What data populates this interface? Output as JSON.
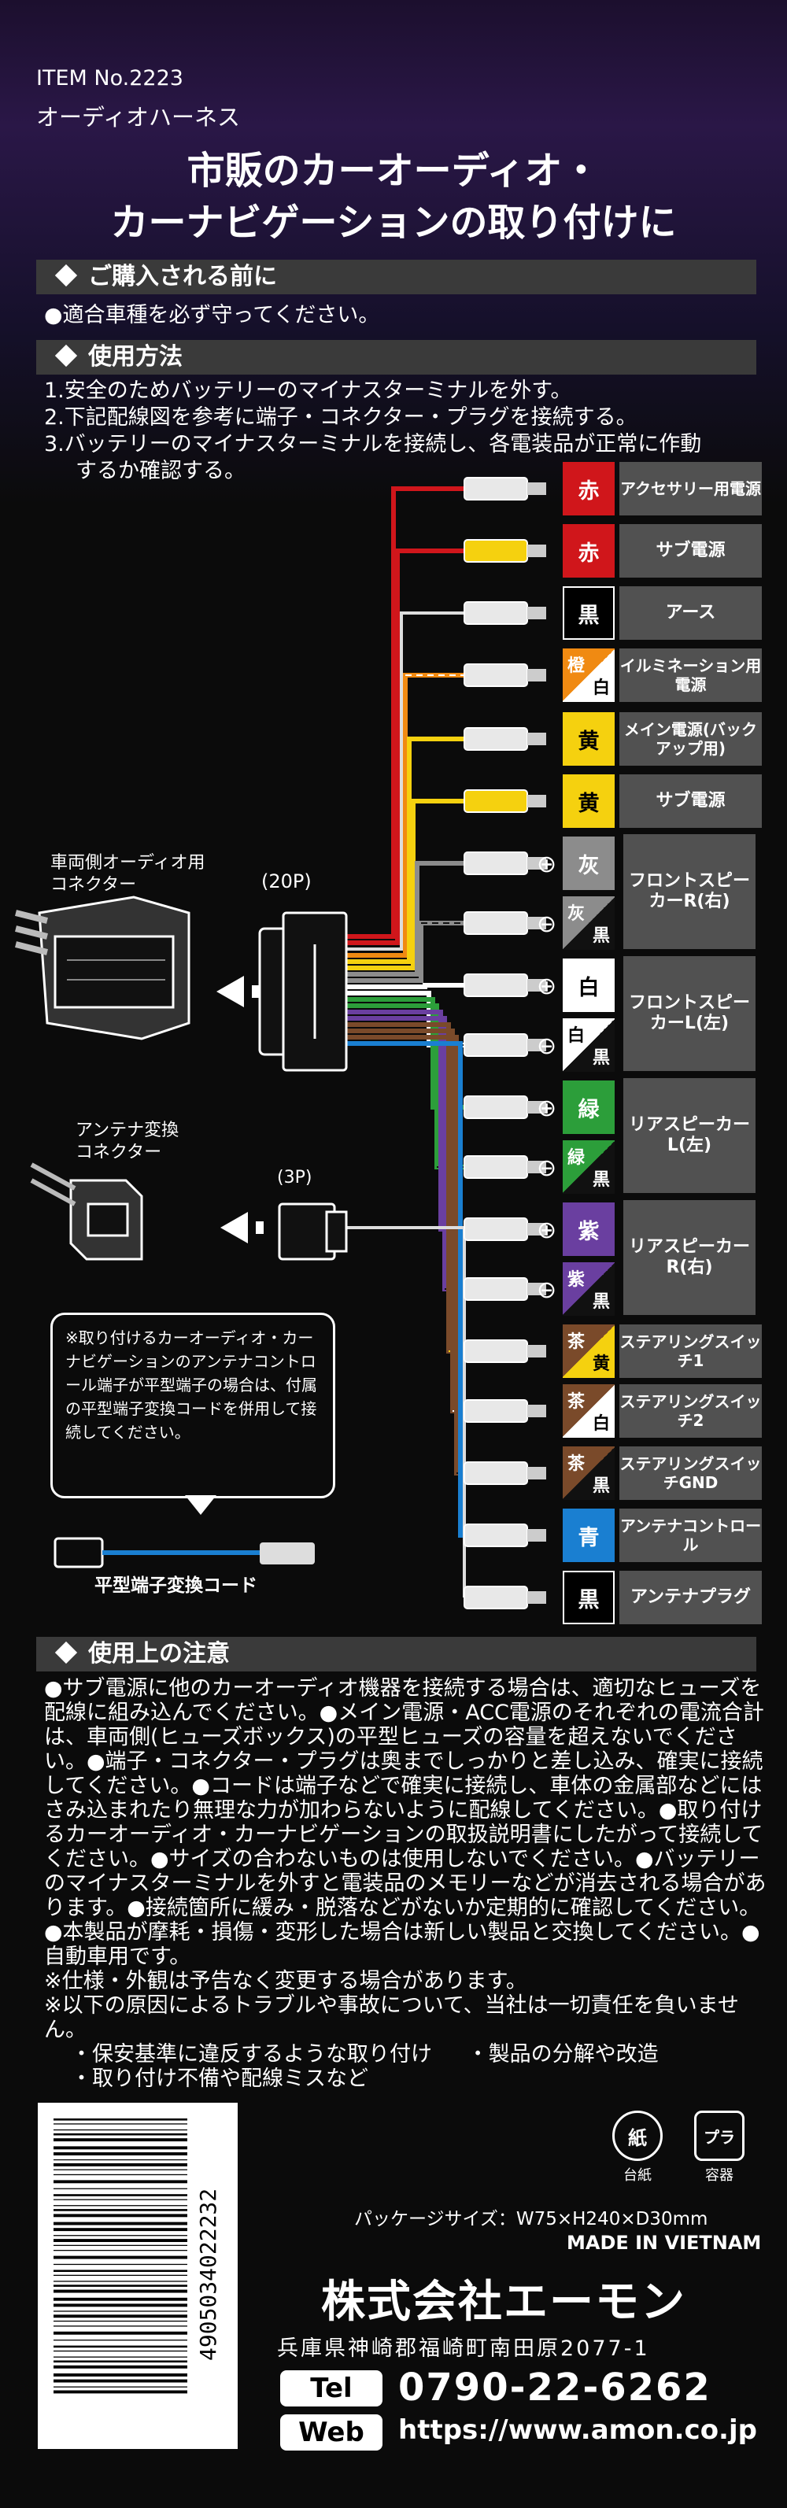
{
  "header": {
    "item_no": "ITEM No.2223",
    "product_name": "オーディオハーネス"
  },
  "headline": {
    "line1": "市販のカーオーディオ・",
    "line2": "カーナビゲーションの取り付けに"
  },
  "before_purchase": {
    "title": "ご購入される前に",
    "text": "●適合車種を必ず守ってください。"
  },
  "usage": {
    "title": "使用方法",
    "steps": [
      "1.安全のためバッテリーのマイナスターミナルを外す。",
      "2.下記配線図を参考に端子・コネクター・プラグを接続する。",
      "3.バッテリーのマイナスターミナルを接続し、各電装品が正常に作動",
      "するか確認する。"
    ]
  },
  "diagram": {
    "vehicle_connector": {
      "label_line1": "車両側オーディオ用",
      "label_line2": "コネクター",
      "pins": "(20P)"
    },
    "antenna_connector": {
      "label_line1": "アンテナ変換",
      "label_line2": "コネクター",
      "pins": "(3P)"
    },
    "plus_symbol": "⊕",
    "minus_symbol": "⊖",
    "wires": [
      {
        "color": "赤",
        "name": "アクセサリー用電源",
        "hex": "#d0161b"
      },
      {
        "color": "赤",
        "name": "サブ電源",
        "hex": "#d0161b"
      },
      {
        "color": "黒",
        "name": "アース",
        "hex": "#111111"
      },
      {
        "color1": "橙",
        "color2": "白",
        "name": "イルミネーション用電源",
        "hex": "#f08a12"
      },
      {
        "color": "黄",
        "name": "メイン電源(バックアップ用)",
        "hex": "#f5d10f"
      },
      {
        "color": "黄",
        "name": "サブ電源",
        "hex": "#f5d10f"
      },
      {
        "color": "灰",
        "hex": "#8c8c8c"
      },
      {
        "color1": "灰",
        "color2": "黒",
        "hex": "#8c8c8c"
      },
      {
        "color": "白",
        "hex": "#ffffff"
      },
      {
        "color1": "白",
        "color2": "黒",
        "hex": "#ffffff"
      },
      {
        "color": "緑",
        "hex": "#2c9e3a"
      },
      {
        "color1": "緑",
        "color2": "黒",
        "hex": "#2c9e3a"
      },
      {
        "color": "紫",
        "hex": "#6a3fa0"
      },
      {
        "color1": "紫",
        "color2": "黒",
        "hex": "#6a3fa0"
      },
      {
        "color1": "茶",
        "color2": "黄",
        "name": "ステアリングスイッチ1",
        "hex": "#7a4a2a"
      },
      {
        "color1": "茶",
        "color2": "白",
        "name": "ステアリングスイッチ2",
        "hex": "#7a4a2a"
      },
      {
        "color1": "茶",
        "color2": "黒",
        "name": "ステアリングスイッチGND",
        "hex": "#7a4a2a"
      },
      {
        "color": "青",
        "name": "アンテナコントロール",
        "hex": "#1a7fd1"
      },
      {
        "color": "黒",
        "name": "アンテナプラグ",
        "hex": "#111111"
      }
    ],
    "group_labels": {
      "front_r": "フロントスピーカーR(右)",
      "front_l": "フロントスピーカーL(左)",
      "rear_l": "リアスピーカーL(左)",
      "rear_r": "リアスピーカーR(右)"
    },
    "note": "※取り付けるカーオーディオ・カーナビゲーションのアンテナコントロール端子が平型端子の場合は、付属の平型端子変換コードを併用して接続してください。",
    "adapter_label": "平型端子変換コード"
  },
  "cautions": {
    "title": "使用上の注意",
    "paragraph": "●サブ電源に他のカーオーディオ機器を接続する場合は、適切なヒューズを配線に組み込んでください。●メイン電源・ACC電源のそれぞれの電流合計は、車両側(ヒューズボックス)の平型ヒューズの容量を超えないでください。●端子・コネクター・プラグは奥までしっかりと差し込み、確実に接続してください。●コードは端子などで確実に接続し、車体の金属部などにはさみ込まれたり無理な力が加わらないように配線してください。●取り付けるカーオーディオ・カーナビゲーションの取扱説明書にしたがって接続してください。●サイズの合わないものは使用しないでください。●バッテリーのマイナスターミナルを外すと電装品のメモリーなどが消去される場合があります。●接続箇所に緩み・脱落などがないか定期的に確認してください。●本製品が摩耗・損傷・変形した場合は新しい製品と交換してください。●自動車用です。",
    "spec_note": "※仕様・外観は予告なく変更する場合があります。",
    "liability": "※以下の原因によるトラブルや事故について、当社は一切責任を負いません。",
    "items": [
      "・保安基準に違反するような取り付け",
      "・製品の分解や改造",
      "・取り付け不備や配線ミスなど"
    ]
  },
  "footer": {
    "barcode_number": "4905034022232",
    "recycle": [
      {
        "symbol": "紙",
        "label": "台紙"
      },
      {
        "symbol": "プラ",
        "label": "容器"
      }
    ],
    "package_size": "パッケージサイズ：W75×H240×D30mm",
    "made_in": "MADE IN VIETNAM",
    "company": "株式会社エーモン",
    "address": "兵庫県神崎郡福崎町南田原2077-1",
    "tel_label": "Tel",
    "tel": "0790-22-6262",
    "web_label": "Web",
    "web": "https://www.amon.co.jp"
  }
}
